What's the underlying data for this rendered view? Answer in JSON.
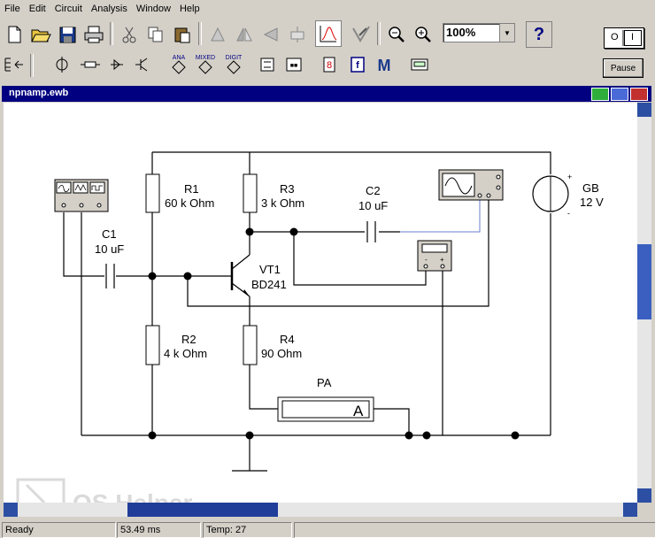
{
  "menu": [
    "File",
    "Edit",
    "Circuit",
    "Analysis",
    "Window",
    "Help"
  ],
  "zoom": {
    "value": "100%"
  },
  "help_label": "?",
  "pause_label": "Pause",
  "power_labels": {
    "off": "O",
    "on": "I"
  },
  "toolbar2_labels": {
    "analog": "ANA",
    "mixed": "MIXED",
    "digital": "DIGIT",
    "logic": "f",
    "misc": "M"
  },
  "document": {
    "title": "npnamp.ewb"
  },
  "circuit": {
    "components": [
      {
        "ref": "R1",
        "value": "60 k Ohm"
      },
      {
        "ref": "R3",
        "value": "3 k Ohm"
      },
      {
        "ref": "C2",
        "value": "10 uF"
      },
      {
        "ref": "GB",
        "value": "12 V"
      },
      {
        "ref": "C1",
        "value": "10 uF"
      },
      {
        "ref": "VT1",
        "value": "BD241"
      },
      {
        "ref": "R2",
        "value": "4 k Ohm"
      },
      {
        "ref": "R4",
        "value": "90  Ohm"
      },
      {
        "ref": "PA",
        "value": "A"
      }
    ],
    "battery_signs": {
      "plus": "+",
      "minus": "-"
    },
    "meter_signs": {
      "minus": "-",
      "plus": "+"
    }
  },
  "watermark": "OS Helper",
  "status": {
    "ready": "Ready",
    "time": "53.49 ms",
    "temp": "Temp:  27"
  }
}
